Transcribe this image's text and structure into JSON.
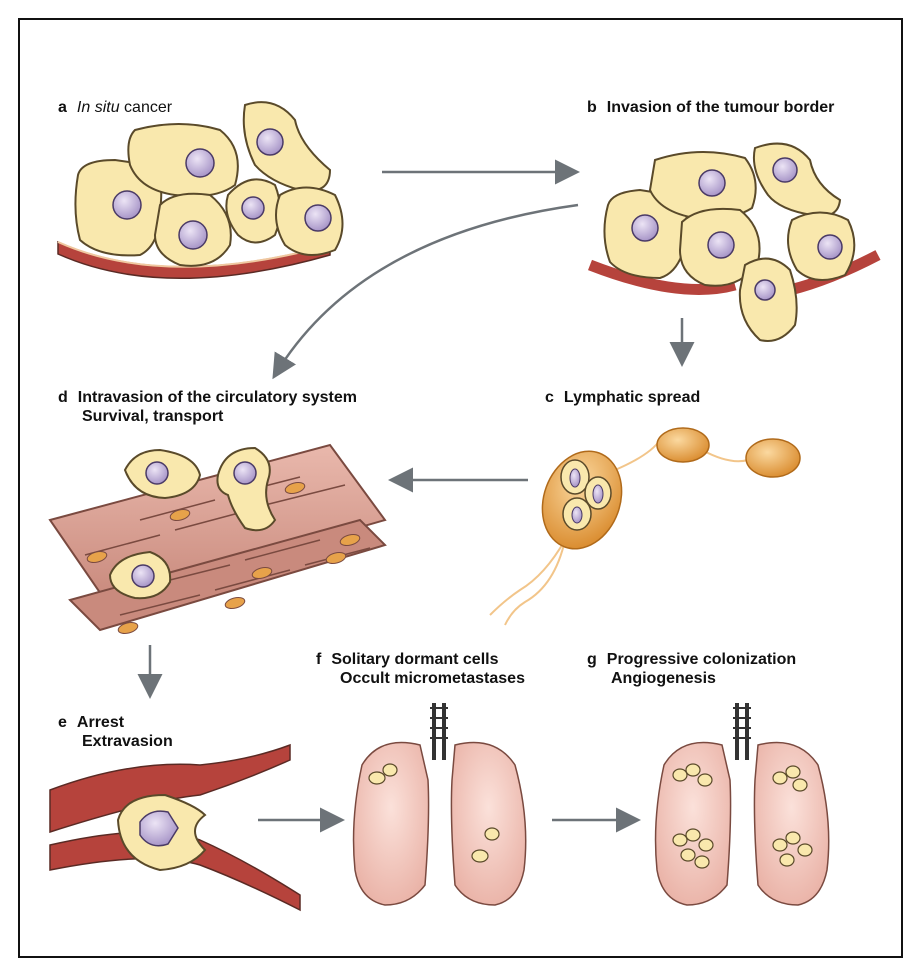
{
  "panels": {
    "a": {
      "letter": "a",
      "title_italic": "In situ",
      "title_rest": " cancer"
    },
    "b": {
      "letter": "b",
      "title": "Invasion of the tumour border"
    },
    "c": {
      "letter": "c",
      "title": "Lymphatic spread"
    },
    "d": {
      "letter": "d",
      "title": "Intravasion of the circulatory system",
      "subtitle": "Survival, transport"
    },
    "e": {
      "letter": "e",
      "title": "Arrest",
      "subtitle": "Extravasion"
    },
    "f": {
      "letter": "f",
      "title": "Solitary dormant cells",
      "subtitle": "Occult micrometastases"
    },
    "g": {
      "letter": "g",
      "title": "Progressive colonization",
      "subtitle": "Angiogenesis"
    }
  },
  "colors": {
    "cell_fill": "#f9e8ad",
    "cell_stroke": "#5a4a2a",
    "nucleus": "#c8b8de",
    "membrane": "#b6433c",
    "vessel": "#d9a196",
    "lymph": "#e9a74e",
    "lung": "#f4c9c0",
    "arrow": "#6d7378"
  }
}
